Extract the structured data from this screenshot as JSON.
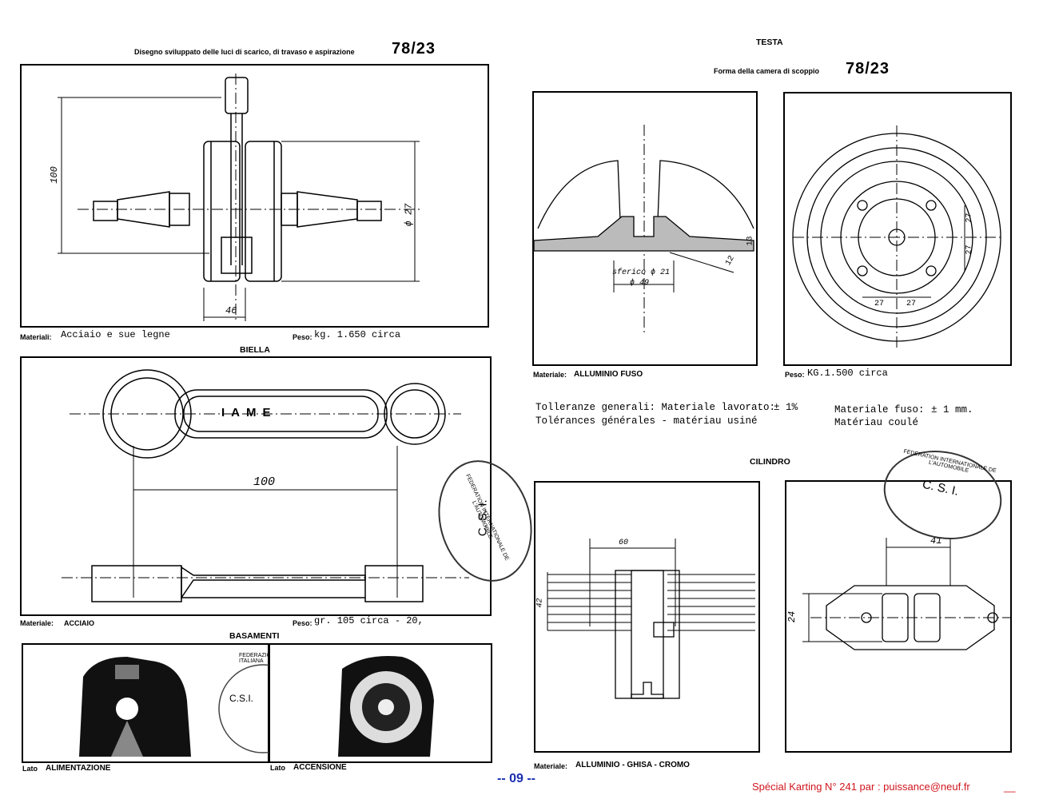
{
  "left": {
    "header_small": "Disegno sviluppato delle luci di scarico, di travaso e aspirazione",
    "header_code": "78/23",
    "crank": {
      "dim_100": "100",
      "dim_46": "46",
      "dim_27": "ϕ 27",
      "mat_label": "Materiali:",
      "mat_value": "Acciaio e sue legne",
      "peso_label": "Peso:",
      "peso_value": "kg. 1.650 circa"
    },
    "biella": {
      "title": "BIELLA",
      "brand": "IAME",
      "dim_100": "100",
      "mat_label": "Materiale:",
      "mat_value": "ACCIAIO",
      "peso_label": "Peso:",
      "peso_value": "gr. 105 circa - 20,"
    },
    "basamenti": {
      "title": "BASAMENTI",
      "left_lato": "Lato",
      "left_label": "ALIMENTAZIONE",
      "right_lato": "Lato",
      "right_label": "ACCENSIONE",
      "stamp_text": "C.S.I.",
      "stamp_ring": "FEDERAZIONE SPORTIVA ITALIANA"
    },
    "stamp": {
      "center": "C. S. I.",
      "ring": "FEDERATION INTERNATIONALE DE L'AUTOMOBILE"
    }
  },
  "right": {
    "testa_title": "TESTA",
    "header_small": "Forma della camera di scoppio",
    "header_code": "78/23",
    "head_section": {
      "dim_sfer": "sferico ϕ 21",
      "dim_49": "ϕ 49",
      "dim_13": "13",
      "dim_12": "12",
      "mat_label": "Materiale:",
      "mat_value": "ALLUMINIO FUSO"
    },
    "head_plan": {
      "dim_27a": "27",
      "dim_27b": "27",
      "dim_27c": "27",
      "dim_27d": "27",
      "peso_label": "Peso:",
      "peso_value": "KG.1.500 circa"
    },
    "tolerances": {
      "line1_left": "Tolleranze generali: Materiale lavorato:",
      "line1_pm": "± 1%",
      "line2_left": "Tolérances générales - matériau usiné",
      "fuso_label": "Materiale fuso:",
      "fuso_value": "± 1 mm.",
      "coule": "Matériau coulé"
    },
    "cilindro": {
      "title": "CILINDRO",
      "dim_60": "60",
      "dim_42": "42",
      "dim_41": "41",
      "dim_24": "24",
      "mat_label": "Materiale:",
      "mat_value": "ALLUMINIO - GHISA - CROMO"
    },
    "stamp": {
      "center": "C. S. I.",
      "ring": "FEDERATION INTERNATIONALE DE L'AUTOMOBILE"
    }
  },
  "page_number": "-- 09 --",
  "footer": {
    "text": "Spécial Karting N° 241 par :  puissance@neuf.fr",
    "trail": "__"
  },
  "colors": {
    "page_number": "#1a2fb0",
    "footer": "#d0161e"
  }
}
